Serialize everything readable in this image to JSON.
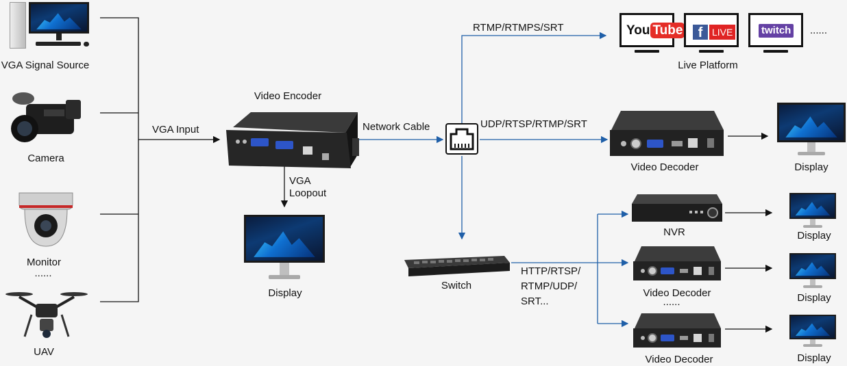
{
  "sources": {
    "vga_signal_source": "VGA Signal Source",
    "camera": "Camera",
    "monitor": "Monitor",
    "monitor_more": "......",
    "uav": "UAV"
  },
  "connections": {
    "vga_input": "VGA Input",
    "vga_loopout_line1": "VGA",
    "vga_loopout_line2": "Loopout",
    "network_cable": "Network Cable",
    "rtmp_rtmps_srt": "RTMP/RTMPS/SRT",
    "udp_rtsp_rtmp_srt": "UDP/RTSP/RTMP/SRT",
    "switch_protocols_line1": "HTTP/RTSP/",
    "switch_protocols_line2": "RTMP/UDP/",
    "switch_protocols_line3": "SRT..."
  },
  "devices": {
    "video_encoder": "Video Encoder",
    "switch": "Switch",
    "video_decoder_top": "Video Decoder",
    "nvr": "NVR",
    "video_decoder_mid": "Video Decoder",
    "video_decoder_more": "......",
    "video_decoder_bottom": "Video Decoder"
  },
  "displays": {
    "encoder_display": "Display",
    "decoder_display_top": "Display",
    "nvr_display": "Display",
    "decoder_display_mid": "Display",
    "decoder_display_bottom": "Display"
  },
  "live_platform": {
    "label": "Live Platform",
    "youtube_you": "You",
    "youtube_tube": "Tube",
    "facebook_f": "f",
    "facebook_live": "LIVE",
    "twitch": "twitch",
    "more": "......"
  },
  "colors": {
    "black_line": "#111111",
    "blue_line": "#1f5fa8"
  }
}
